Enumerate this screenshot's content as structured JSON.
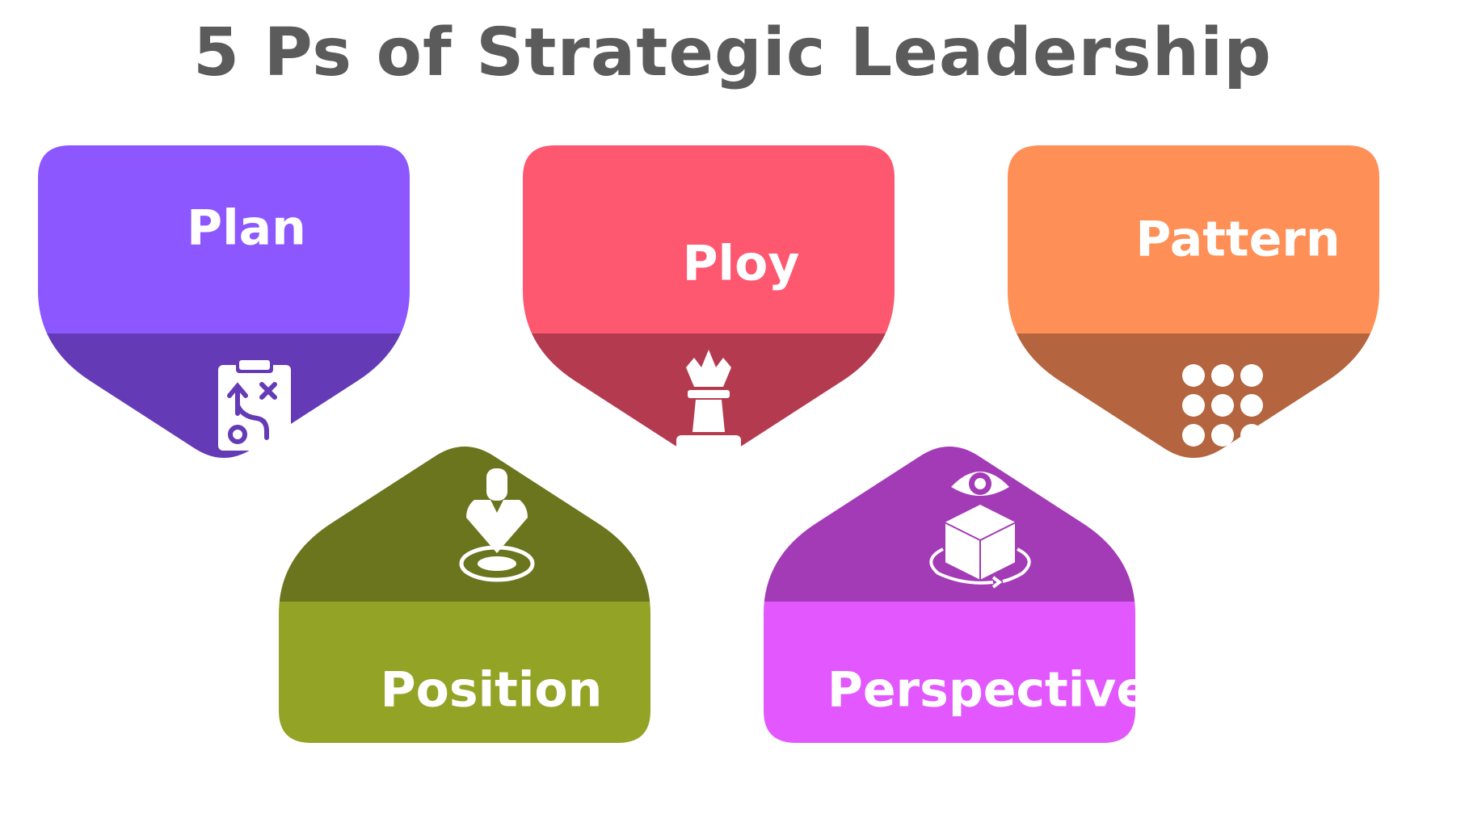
{
  "title": "5 Ps of Strategic Leadership",
  "cards": [
    {
      "label": "Plan",
      "icon": "strategy-clipboard-icon",
      "top_color": "#8c57fe",
      "bottom_color": "#653ab6"
    },
    {
      "label": "Ploy",
      "icon": "chess-piece-icon",
      "top_color": "#fe5770",
      "bottom_color": "#b43b4f"
    },
    {
      "label": "Pattern",
      "icon": "dot-grid-icon",
      "top_color": "#fe8f57",
      "bottom_color": "#b4643e"
    },
    {
      "label": "Position",
      "icon": "person-location-icon",
      "top_color": "#6a751d",
      "bottom_color": "#93a325"
    },
    {
      "label": "Perspective",
      "icon": "eye-cube-icon",
      "top_color": "#a33ab6",
      "bottom_color": "#e257fe"
    }
  ]
}
